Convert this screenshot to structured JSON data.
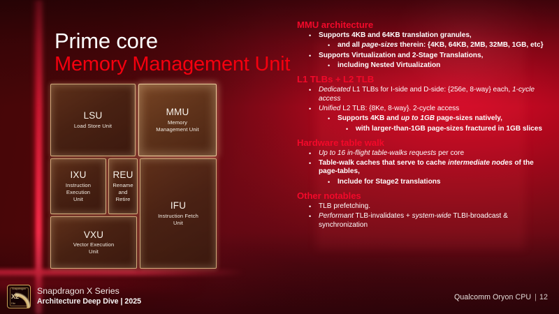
{
  "title": {
    "line1": "Prime core",
    "line2": "Memory Management Unit",
    "accent_color": "#f4000f"
  },
  "diagram": {
    "name": "prime-core-block-diagram",
    "blocks": [
      {
        "abbr": "LSU",
        "full": "Load Store Unit",
        "highlighted": false
      },
      {
        "abbr": "MMU",
        "full": "Memory Management Unit",
        "highlighted": true
      },
      {
        "abbr": "IXU",
        "full": "Instruction Execution Unit",
        "highlighted": false
      },
      {
        "abbr": "REU",
        "full": "Rename and Retire",
        "highlighted": false
      },
      {
        "abbr": "IFU",
        "full": "Instruction Fetch Unit",
        "highlighted": false
      },
      {
        "abbr": "VXU",
        "full": "Vector Execution Unit",
        "highlighted": false
      }
    ]
  },
  "content": {
    "heading_color": "#f2092a",
    "sections": [
      {
        "heading": "MMU architecture",
        "bullets": [
          {
            "level": 1,
            "html": "<span class=\"bold\">Supports 4KB and 64KB translation granules,</span>"
          },
          {
            "level": 2,
            "html": "<span class=\"bold\">and all <span class=\"ital\">page-sizes</span> therein: {4KB, 64KB, 2MB, 32MB, 1GB, etc}</span>"
          },
          {
            "level": 1,
            "html": "<span class=\"bold\">Supports Virtualization and 2-Stage Translations,</span>"
          },
          {
            "level": 2,
            "html": "<span class=\"bold\">including Nested Virtualization</span>"
          }
        ]
      },
      {
        "heading": "L1 TLBs + L2 TLB",
        "bullets": [
          {
            "level": 1,
            "html": "<span class=\"ital\">Dedicated</span> L1 TLBs for I-side and D-side: {256e, 8-way} each, <span class=\"ital\">1-cycle access</span>"
          },
          {
            "level": 1,
            "html": "<span class=\"ital\">Unified</span> L2 TLB: {8Ke, 8-way}. 2-cycle access"
          },
          {
            "level": 2,
            "html": "<span class=\"bold\">Supports 4KB and <span class=\"ital\">up to 1GB</span> page-sizes natively,</span>"
          },
          {
            "level": 3,
            "html": "<span class=\"bold\">with larger-than-1GB page-sizes fractured in 1GB slices</span>"
          }
        ]
      },
      {
        "heading": "Hardware table walk",
        "bullets": [
          {
            "level": 1,
            "html": "<span class=\"ital\">Up to 16 in-flight table-walks requests</span> per core"
          },
          {
            "level": 1,
            "html": "<span class=\"bold\">Table-walk caches that serve to cache <span class=\"ital\">intermediate nodes</span> of the page-tables,</span>"
          },
          {
            "level": 2,
            "html": "<span class=\"bold\">Include for Stage2 translations</span>"
          }
        ]
      },
      {
        "heading": "Other notables",
        "bullets": [
          {
            "level": 1,
            "html": "TLB prefetching."
          },
          {
            "level": 1,
            "html": "<span class=\"ital\">Performant</span> TLB-invalidates + <span class=\"ital\">system-wide</span> TLBI-broadcast &amp; synchronization"
          }
        ]
      }
    ]
  },
  "footer": {
    "logo": {
      "top_text": "Snapdragon",
      "mark": "X2",
      "bottom_text": "Elite"
    },
    "line1": "Snapdragon X Series",
    "line2": "Architecture Deep Dive | 2025",
    "right_label": "Qualcomm Oryon CPU",
    "separator": "|",
    "page_number": "12"
  }
}
